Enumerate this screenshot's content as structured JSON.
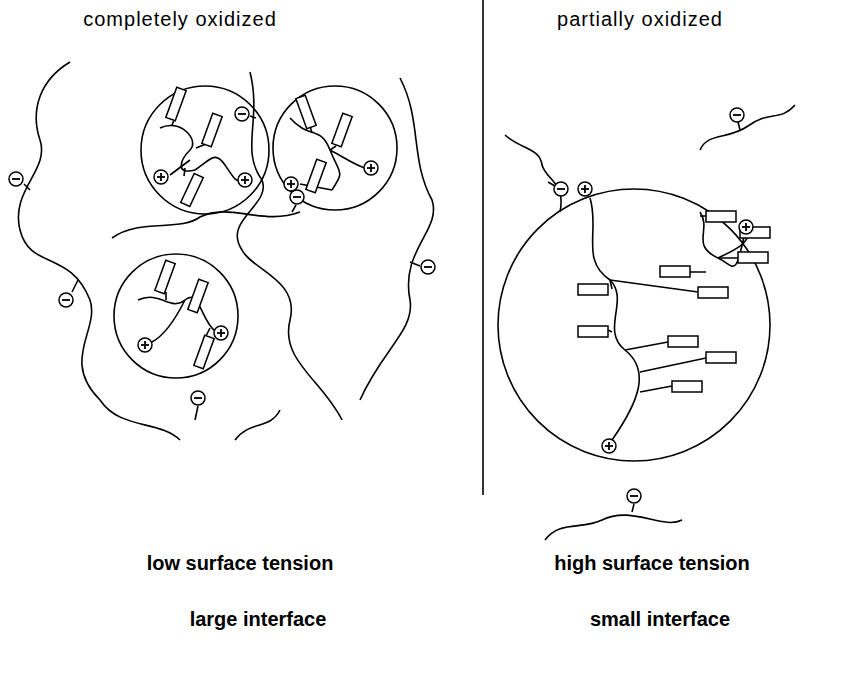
{
  "diagram": {
    "labels": [
      "completely oxidized",
      "partially oxidized",
      "low surface tension",
      "high surface tension",
      "large interface",
      "small interface"
    ]
  }
}
